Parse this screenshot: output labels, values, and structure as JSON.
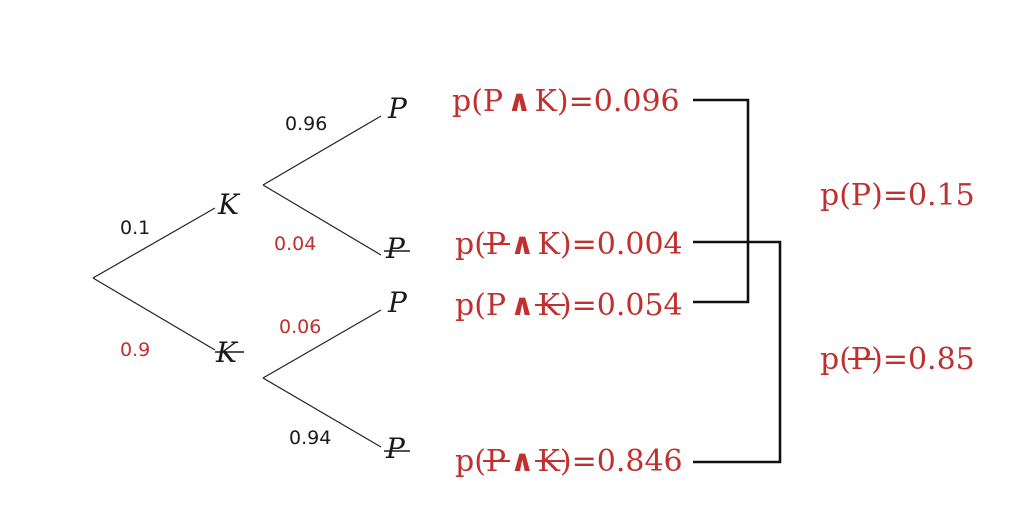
{
  "colors": {
    "ink": "#1a1a1a",
    "accent": "#c0302e",
    "bracket": "#111111"
  },
  "tree": {
    "root_edges": {
      "to_k": {
        "prob": "0.1",
        "color": "ink"
      },
      "to_not_k": {
        "prob": "0.9",
        "color": "accent"
      }
    },
    "k_node": {
      "label": "K"
    },
    "not_k_node": {
      "label": "K"
    },
    "k_branch": {
      "to_p": {
        "prob": "0.96",
        "color": "ink"
      },
      "to_not_p": {
        "prob": "0.04",
        "color": "accent"
      }
    },
    "not_k_branch": {
      "to_p": {
        "prob": "0.06",
        "color": "accent"
      },
      "to_not_p": {
        "prob": "0.94",
        "color": "ink"
      }
    },
    "leaves": [
      {
        "label": "P",
        "negated": false
      },
      {
        "label": "P",
        "negated": true
      },
      {
        "label": "P",
        "negated": false
      },
      {
        "label": "P",
        "negated": true
      }
    ]
  },
  "joint": [
    {
      "pre": "p(",
      "a": "P",
      "a_neg": false,
      "and": "∧",
      "b": "K",
      "b_neg": false,
      "post": ")=0.096"
    },
    {
      "pre": "p(",
      "a": "P",
      "a_neg": true,
      "and": "∧",
      "b": "K",
      "b_neg": false,
      "post": ")=0.004"
    },
    {
      "pre": "p(",
      "a": "P",
      "a_neg": false,
      "and": "∧",
      "b": "K",
      "b_neg": true,
      "post": ")=0.054"
    },
    {
      "pre": "p(",
      "a": "P",
      "a_neg": true,
      "and": "∧",
      "b": "K",
      "b_neg": true,
      "post": ")=0.846"
    }
  ],
  "marginals": [
    {
      "pre": "p(",
      "a": "P",
      "a_neg": false,
      "post": ")=0.15"
    },
    {
      "pre": "p(",
      "a": "P",
      "a_neg": true,
      "post": ")=0.85"
    }
  ]
}
